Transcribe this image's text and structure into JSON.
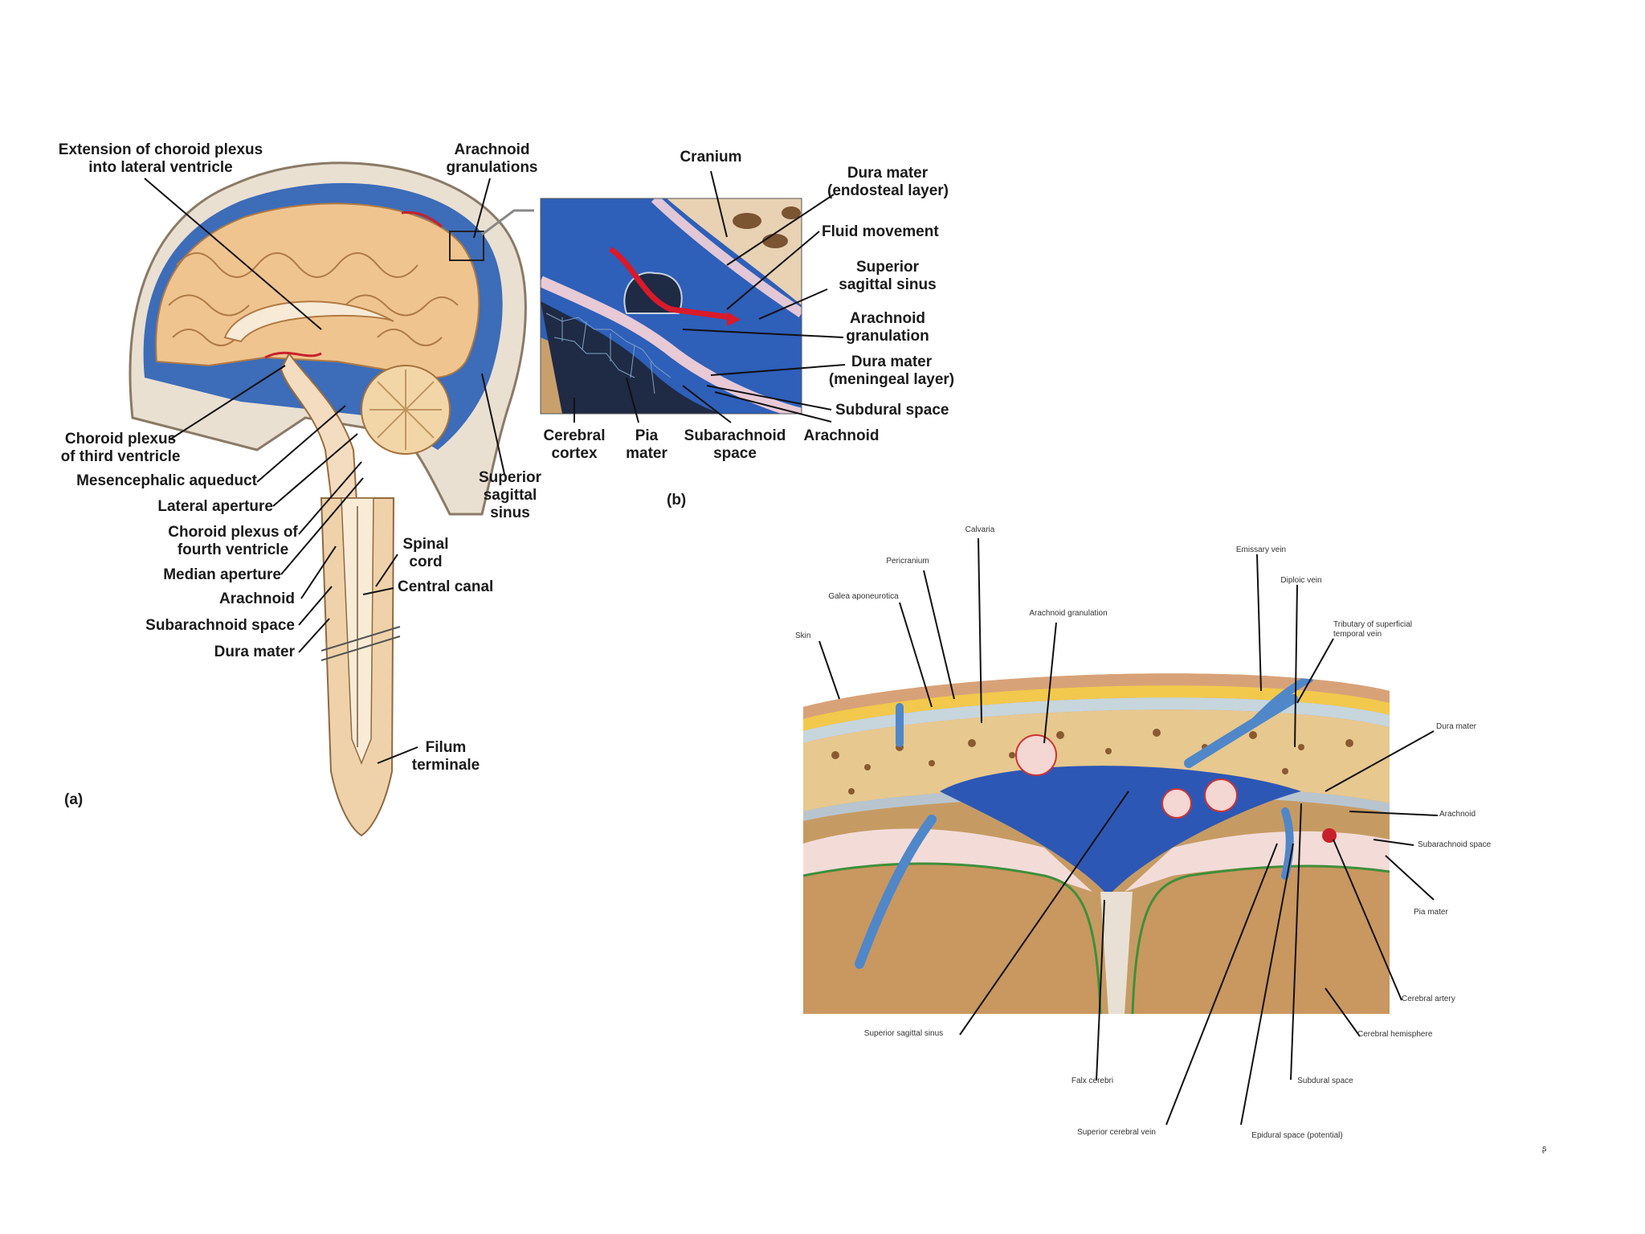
{
  "panel_a": {
    "tag": "(a)",
    "labels": {
      "ext_choroid": "Extension of choroid plexus\ninto lateral ventricle",
      "arach_gran": "Arachnoid\ngranulations",
      "choroid_third": "Choroid plexus\nof third ventricle",
      "mes_aqueduct": "Mesencephalic aqueduct",
      "lat_aperture": "Lateral aperture",
      "choroid_fourth": "Choroid plexus of\nfourth ventricle",
      "med_aperture": "Median aperture",
      "arachnoid": "Arachnoid",
      "subarach": "Subarachnoid space",
      "dura": "Dura mater",
      "sup_sag": "Superior\nsagittal\nsinus",
      "spinal_cord": "Spinal\ncord",
      "central_canal": "Central canal",
      "filum": "Filum\nterminale"
    }
  },
  "panel_b": {
    "tag": "(b)",
    "labels": {
      "cranium": "Cranium",
      "dura_endo": "Dura mater\n(endosteal layer)",
      "fluid": "Fluid movement",
      "sup_sag": "Superior\nsagittal sinus",
      "arach_gran": "Arachnoid\ngranulation",
      "dura_men": "Dura mater\n(meningeal layer)",
      "subdural": "Subdural space",
      "cortex": "Cerebral\ncortex",
      "pia": "Pia\nmater",
      "subarach": "Subarachnoid\nspace",
      "arachnoid": "Arachnoid"
    }
  },
  "panel_c": {
    "labels": {
      "calvaria": "Calvaria",
      "pericranium": "Pericranium",
      "galea": "Galea aponeurotica",
      "skin": "Skin",
      "arach_gran": "Arachnoid granulation",
      "emissary": "Emissary vein",
      "diploic": "Diploic vein",
      "tributary": "Tributary of superficial\ntemporal vein",
      "dura": "Dura mater",
      "arachnoid": "Arachnoid",
      "subarach": "Subarachnoid space",
      "pia": "Pia mater",
      "cer_artery": "Cerebral artery",
      "cer_hemi": "Cerebral hemisphere",
      "sup_sag": "Superior sagittal sinus",
      "falx": "Falx cerebri",
      "subdural": "Subdural space",
      "sup_cer_vein": "Superior cerebral vein",
      "epidural": "Epidural space (potential)"
    }
  },
  "corner_mark": "ᶳ"
}
